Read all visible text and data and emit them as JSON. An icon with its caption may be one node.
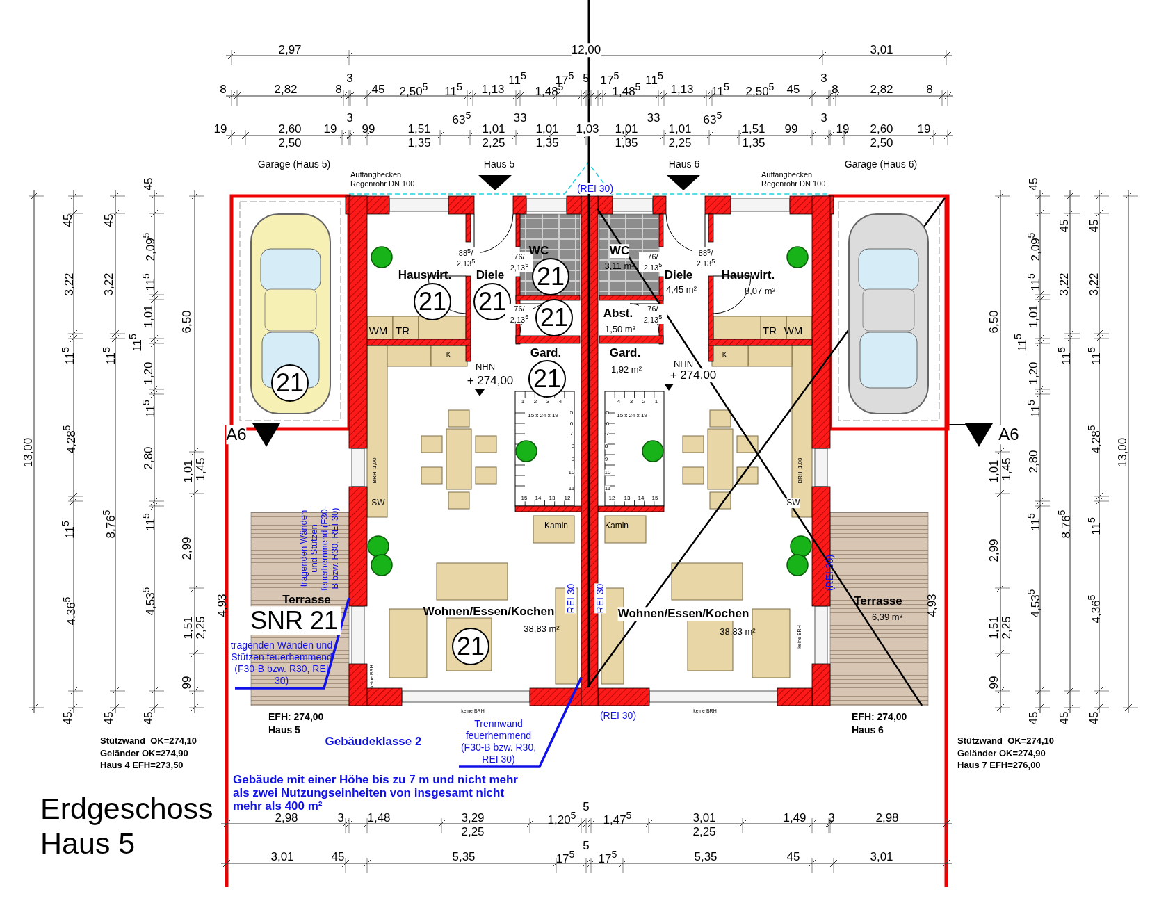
{
  "diagram": {
    "title": "Erdgeschoss Haus 5",
    "nodes": [
      {
        "text": [
          "tragenden Wänden und Stützen feuerhemmend (F30-B bzw. R30, REI 30)"
        ]
      },
      {
        "text": [
          "Trennwand feuerhemmend (F30-B bzw. R30, REI 30)"
        ]
      },
      {
        "text": [],
        "shape": "bar"
      },
      {
        "text": [],
        "shape": "bar"
      }
    ],
    "edges": [
      {
        "from": 0,
        "to": 2,
        "arrow": "none"
      },
      {
        "from": 1,
        "to": 3,
        "arrow": "none"
      }
    ],
    "labels": [
      "2,97",
      "12,00",
      "3,01",
      "8",
      "2,82",
      "8",
      "3",
      "45",
      "2,50$^{5}$",
      "11$^{5}$",
      "1,13",
      "11$^{5}$",
      "1,48$^{5}$",
      "17$^{5}$",
      "5",
      "17$^{5}$",
      "1,48$^{5}$",
      "11$^{5}$",
      "1,13",
      "11$^{5}$",
      "2,50$^{5}$",
      "45",
      "3",
      "8",
      "2,82",
      "8",
      "19",
      "2,60",
      "2,50",
      "19",
      "3",
      "99",
      "1,51",
      "1,35",
      "63$^{5}$",
      "1,01",
      "2,25",
      "33",
      "1,01",
      "1,35",
      "1,03",
      "1,01",
      "1,35",
      "33",
      "1,01",
      "2,25",
      "63$^{5}$",
      "1,51",
      "1,35",
      "99",
      "3",
      "19",
      "2,60",
      "2,50",
      "19",
      "Garage (Haus 5)",
      "Haus 5",
      "Haus 6",
      "Garage (Haus 6)",
      "45",
      "Auffangbecken Regenrohr DN 100",
      "(REI 30)",
      "Auffangbecken Regenrohr DN 100",
      "45",
      "45",
      "45",
      "2,09$^{5}$",
      "3,22",
      "3,22",
      "11$^{5}$",
      "1,01",
      "6,50",
      "11$^{5}$",
      "11$^{5}$",
      "11$^{5}$",
      "1,20",
      "11$^{5}$",
      "13,00",
      "4,28$^{5}$",
      "2,80",
      "1,01",
      "1,45",
      "11$^{5}$",
      "8,76$^{5}$",
      "11$^{5}$",
      "2,99",
      "4,36$^{5}$",
      "4,53$^{5}$",
      "1,51",
      "2,25",
      "4,93",
      "99",
      "45",
      "45",
      "45",
      "2,09$^{5}$",
      "45",
      "45",
      "11$^{5}$",
      "3,22",
      "3,22",
      "6,50",
      "1,01",
      "11$^{5}$",
      "1,20",
      "11$^{5}$",
      "11$^{5}$",
      "11$^{5}$",
      "1,01",
      "1,45",
      "2,80",
      "4,28$^{5}$",
      "13,00",
      "11$^{5}$",
      "8,76$^{5}$",
      "11$^{5}$",
      "2,99",
      "4,93",
      "1,51",
      "2,25",
      "4,53$^{5}$",
      "4,36$^{5}$",
      "99",
      "45",
      "45",
      "45",
      "88$^{5}$/ 2,13$^{5}$",
      "76/ 2,13$^{5}$",
      "WC",
      "WC",
      "3,11 m²",
      "76/ 2,13$^{5}$",
      "88$^{5}$/ 2,13$^{5}$",
      "Hauswirt.",
      "Diele",
      "21",
      "Diele",
      "Hauswirt.",
      "21",
      "21",
      "4,45 m²",
      "8,07 m²",
      "76/ 2,13$^{5}$",
      "21",
      "Abst.",
      "76/ 2,13$^{5}$",
      "WM",
      "TR",
      "1,50 m²",
      "TR",
      "WM",
      "K",
      "Gard.",
      "Gard.",
      "K",
      "21",
      "NHN",
      "+ 274,00",
      "21",
      "1,92 m²",
      "NHN",
      "+ 274,00",
      "1",
      "2",
      "3",
      "4",
      "4",
      "3",
      "2",
      "1",
      "15 x 24 x 19",
      "5",
      "5",
      "15 x 24 x 19",
      "A6",
      "6",
      "6",
      "7",
      "7",
      "8",
      "8",
      "A6",
      "BRH: 1,00",
      "9",
      "9",
      "10",
      "10",
      "BRH: 1,00",
      "11",
      "11",
      "tragenden Wänden und Stützen feuerhemmend (F30-B bzw. R30, REI 30)",
      "SW",
      "15",
      "14",
      "13",
      "12",
      "12",
      "13",
      "14",
      "15",
      "SW",
      "Kamin",
      "Kamin",
      "REI 30",
      "REI 30",
      "(REI 30)",
      "SNR 21",
      "Terrasse",
      "Wohnen/Essen/Kochen",
      "Wohnen/Essen/Kochen",
      "Terrasse",
      "6,39 m²",
      "21",
      "38,83 m²",
      "38,83 m²",
      "keine BRH",
      "keine BRH",
      "EFH: 274,00",
      "keine BRH",
      "(REI 30)",
      "keine BRH",
      "EFH: 274,00",
      "Haus 5",
      "Haus 6",
      "Stützwand  OK=274,10",
      "Gebäudeklasse 2",
      "Stützwand  OK=274,10",
      "Geländer OK=274,90",
      "Geländer OK=274,90",
      "Haus 4 EFH=273,50",
      "Haus 7 EFH=276,00",
      "Gebäude mit einer Höhe bis zu 7 m und nicht mehr als zwei Nutzungseinheiten von insgesamt nicht mehr als 400 m²",
      "2,98",
      "3",
      "1,48",
      "3,29",
      "2,25",
      "1,20$^{5}$",
      "5",
      "1,47$^{5}$",
      "3,01",
      "2,25",
      "1,49",
      "3",
      "2,98",
      "3,01",
      "45",
      "5,35",
      "17$^{5}$",
      "5",
      "17$^{5}$",
      "5,35",
      "45",
      "3,01"
    ]
  }
}
